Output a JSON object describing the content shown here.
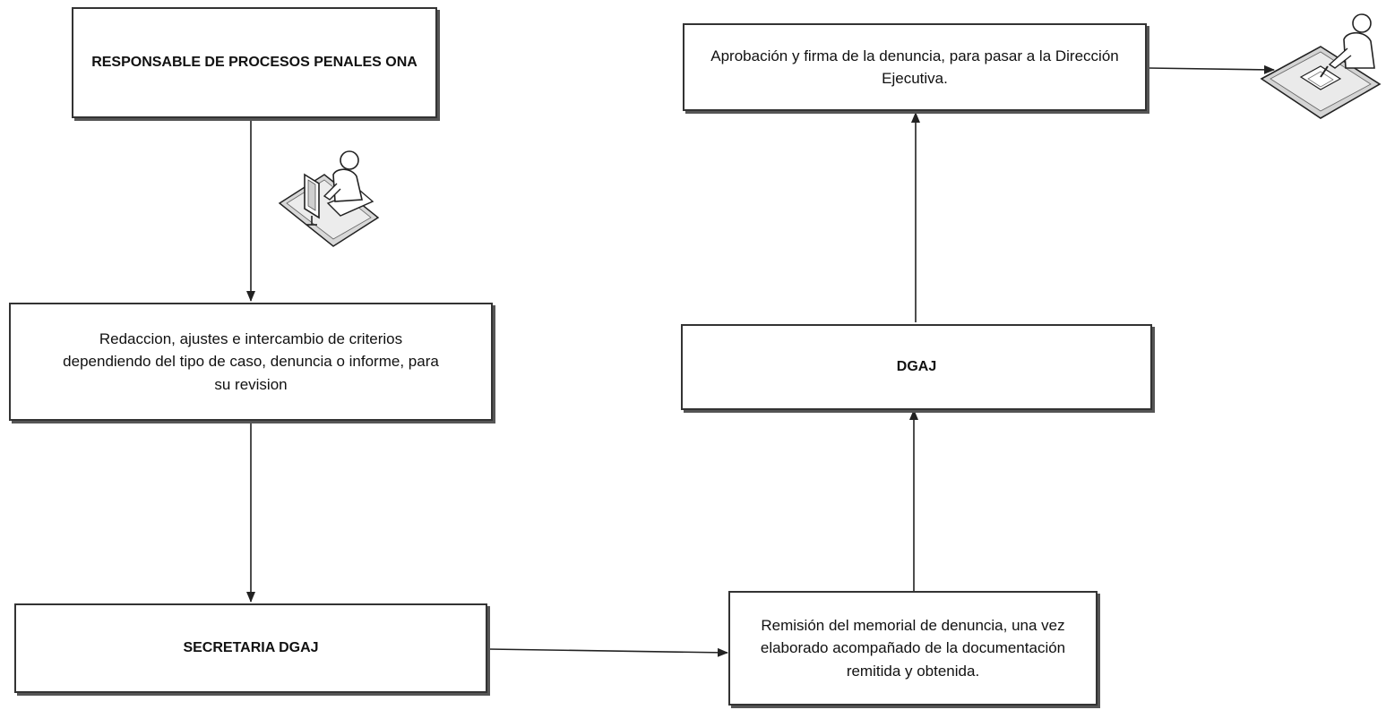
{
  "nodes": {
    "responsable": "RESPONSABLE DE PROCESOS PENALES ONA",
    "redaccion": "Redaccion, ajustes e intercambio de criterios dependiendo del tipo de caso, denuncia o informe, para su revision",
    "secretaria": "SECRETARIA DGAJ",
    "remision": "Remisión del memorial de denuncia, una vez  elaborado acompañado de la documentación remitida y obtenida.",
    "dgaj": "DGAJ",
    "aprobacion": "Aprobación y firma de la denuncia, para pasar a la Dirección Ejecutiva."
  },
  "icons": {
    "computer_worker": "person-at-computer-icon",
    "desk_signer": "person-signing-at-desk-icon"
  }
}
